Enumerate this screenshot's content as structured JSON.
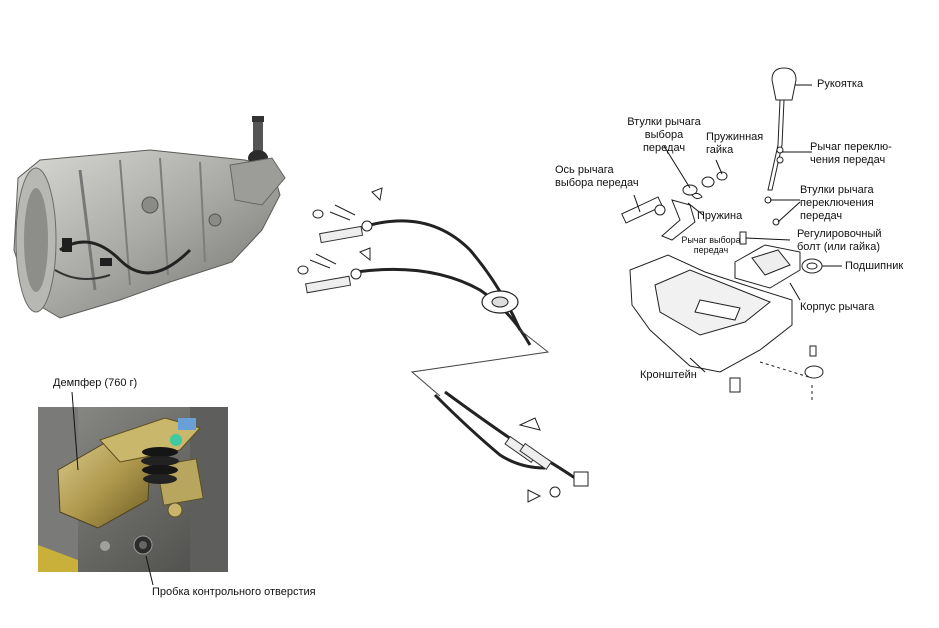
{
  "labels": {
    "damper": "Демпфер (760 г)",
    "plug": "Пробка контрольного отверстия",
    "knob": "Рукоятка",
    "select_bushings": [
      "Втулки рычага",
      "выбора",
      "передач"
    ],
    "spring_nut": [
      "Пружинная",
      "гайка"
    ],
    "select_axis": [
      "Ось рычага",
      "выбора передач"
    ],
    "shift_lever": [
      "Рычаг переклю-",
      "чения передач"
    ],
    "shift_bushings": [
      "Втулки рычага",
      "переключения",
      "передач"
    ],
    "spring": "Пружина",
    "select_lever": [
      "Рычаг выбора",
      "передач"
    ],
    "adjust_bolt": [
      "Регулировочный",
      "болт (или гайка)"
    ],
    "bearing": "Подшипник",
    "housing": "Корпус рычага",
    "bracket": "Кронштейн"
  }
}
